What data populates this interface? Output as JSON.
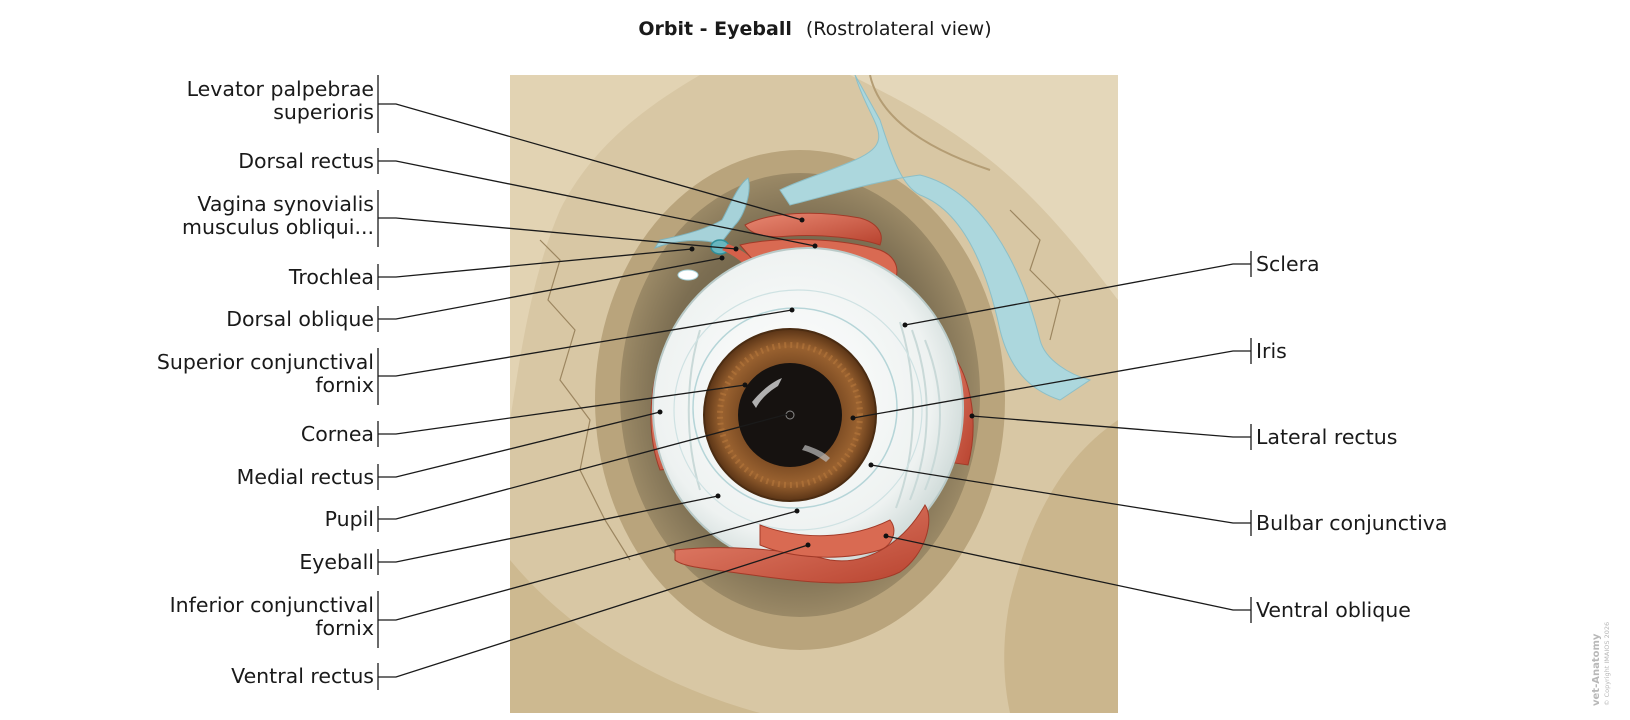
{
  "title": {
    "main": "Orbit - Eyeball",
    "view": "(Rostrolateral view)"
  },
  "labels": {
    "levator_palpebrae": [
      "Levator palpebrae",
      "superioris"
    ],
    "dorsal_rectus": [
      "Dorsal rectus"
    ],
    "vagina_synovialis": [
      "Vagina synovialis",
      "musculus obliqui..."
    ],
    "trochlea": [
      "Trochlea"
    ],
    "dorsal_oblique": [
      "Dorsal oblique"
    ],
    "superior_conjunctival_fornix": [
      "Superior conjunctival",
      "fornix"
    ],
    "cornea": [
      "Cornea"
    ],
    "medial_rectus": [
      "Medial rectus"
    ],
    "pupil": [
      "Pupil"
    ],
    "eyeball": [
      "Eyeball"
    ],
    "inferior_conjunctival_fornix": [
      "Inferior conjunctival",
      "fornix"
    ],
    "ventral_rectus": [
      "Ventral rectus"
    ],
    "sclera": [
      "Sclera"
    ],
    "iris": [
      "Iris"
    ],
    "lateral_rectus": [
      "Lateral rectus"
    ],
    "bulbar_conjunctiva": [
      "Bulbar conjunctiva"
    ],
    "ventral_oblique": [
      "Ventral oblique"
    ]
  },
  "watermark": {
    "brand": "vet-Anatomy",
    "copyright": "© Copyright IMAIOS 2026"
  },
  "colors": {
    "bone": "#d6c4a0",
    "bone_dark": "#bfa97f",
    "ligament": "#a9d6dc",
    "muscle": "#d4604a",
    "sclera": "#f3f5f4",
    "iris": "#8a5526",
    "pupil": "#161210",
    "leader": "#1a1a1a"
  }
}
